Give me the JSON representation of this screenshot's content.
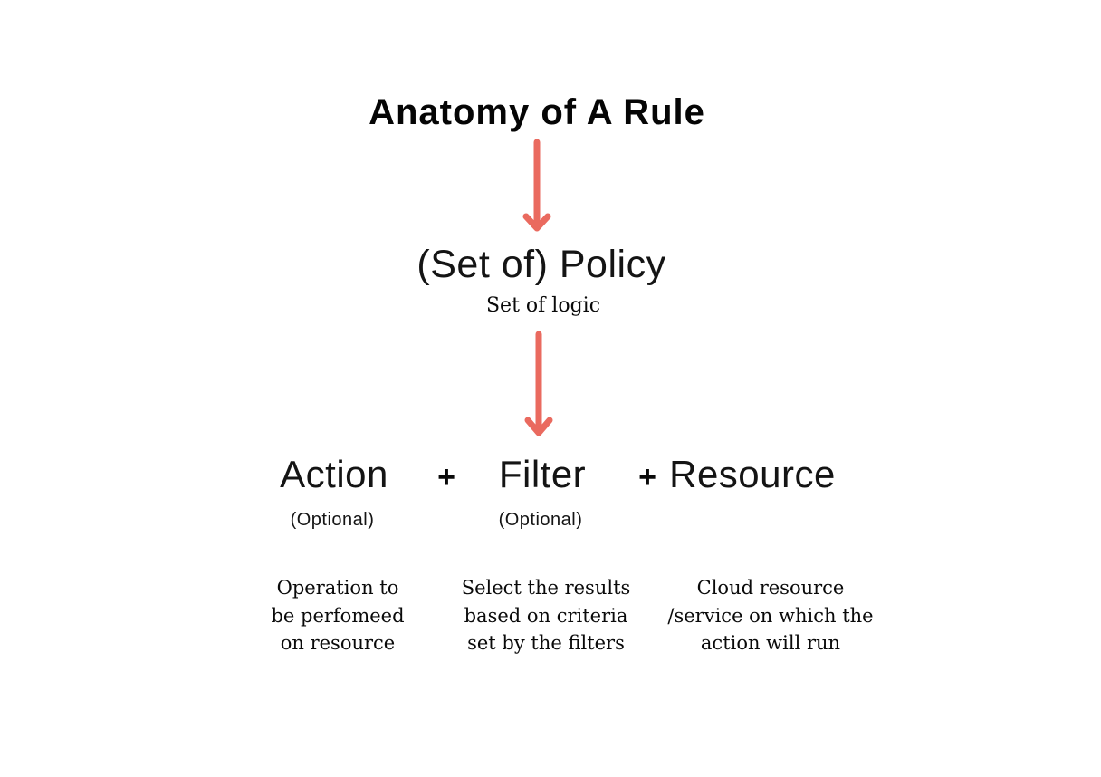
{
  "diagram": {
    "title": "Anatomy of A Rule",
    "policy": {
      "label": "(Set of) Policy",
      "sublabel": "Set of logic"
    },
    "plus": "+",
    "components": [
      {
        "label": "Action",
        "optional": "(Optional)",
        "description_lines": [
          "Operation to",
          "be perfomeed",
          "on resource"
        ]
      },
      {
        "label": "Filter",
        "optional": "(Optional)",
        "description_lines": [
          "Select the results",
          "based on criteria",
          "set by the filters"
        ]
      },
      {
        "label": "Resource",
        "description_lines": [
          "Cloud resource",
          "/service on which the",
          "action will run"
        ]
      }
    ],
    "colors": {
      "arrow": "#ea6a5f",
      "text": "#000000",
      "background": "#ffffff"
    }
  }
}
